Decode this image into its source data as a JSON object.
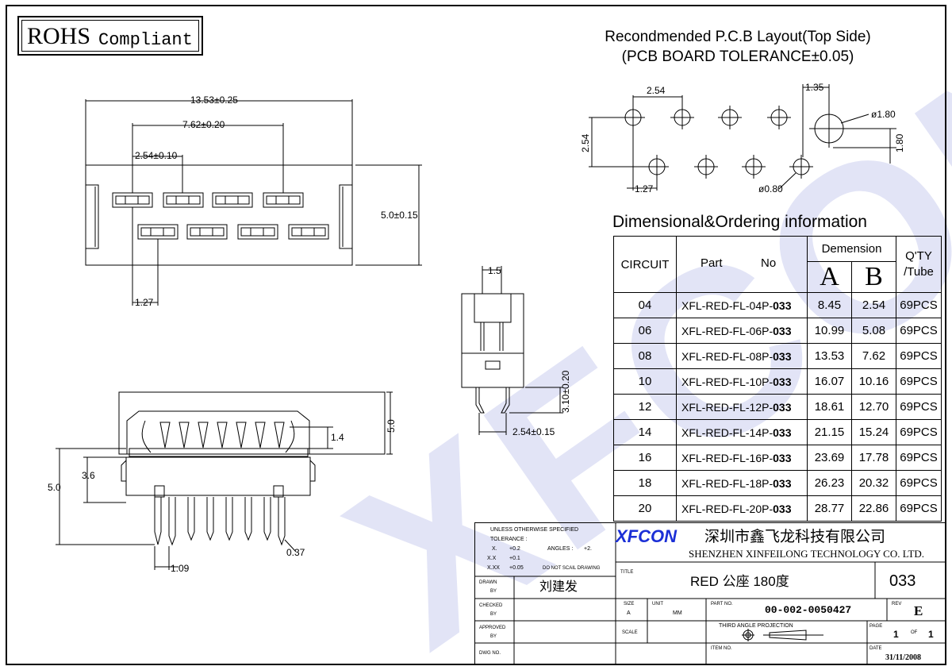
{
  "rohs": {
    "big": "ROHS",
    "small": "Compliant"
  },
  "watermark": "XFCON",
  "pcb": {
    "title_line1": "Recondmended P.C.B Layout(Top Side)",
    "title_line2": "(PCB BOARD TOLERANCE±0.05)",
    "dims": {
      "pitch_x": "2.54",
      "pitch_y": "2.54",
      "offset": "1.27",
      "boss_offset": "1.35",
      "boss_dia": "ø1.80",
      "boss_height": "1.80",
      "hole_dia": "ø0.80"
    }
  },
  "top_view": {
    "dims": {
      "overall": "13.53±0.25",
      "span": "7.62±0.20",
      "pitch": "2.54±0.10",
      "depth": "5.0±0.15",
      "offset": "1.27"
    }
  },
  "side_view": {
    "dims": {
      "width": "1.5",
      "pin_len": "3.10±0.20",
      "foot": "2.54±0.15"
    }
  },
  "front_view": {
    "dims": {
      "height": "5.0",
      "left_height": "5.0",
      "step": "3.6",
      "pin_top": "1.4",
      "pin_width": "0.37",
      "pitch": "1.09"
    }
  },
  "ordering": {
    "title": "Dimensional&Ordering information",
    "headers": {
      "circuit": "CIRCUIT",
      "part": "Part",
      "no": "No",
      "dimension": "Demension",
      "a": "A",
      "b": "B",
      "qty1": "Q'TY",
      "qty2": "/Tube"
    },
    "rows": [
      {
        "circuit": "04",
        "prefix": "XFL-RED-FL-04P-",
        "suffix": "033",
        "a": "8.45",
        "b": "2.54",
        "qty": "69PCS"
      },
      {
        "circuit": "06",
        "prefix": "XFL-RED-FL-06P-",
        "suffix": "033",
        "a": "10.99",
        "b": "5.08",
        "qty": "69PCS"
      },
      {
        "circuit": "08",
        "prefix": "XFL-RED-FL-08P-",
        "suffix": "033",
        "a": "13.53",
        "b": "7.62",
        "qty": "69PCS"
      },
      {
        "circuit": "10",
        "prefix": "XFL-RED-FL-10P-",
        "suffix": "033",
        "a": "16.07",
        "b": "10.16",
        "qty": "69PCS"
      },
      {
        "circuit": "12",
        "prefix": "XFL-RED-FL-12P-",
        "suffix": "033",
        "a": "18.61",
        "b": "12.70",
        "qty": "69PCS"
      },
      {
        "circuit": "14",
        "prefix": "XFL-RED-FL-14P-",
        "suffix": "033",
        "a": "21.15",
        "b": "15.24",
        "qty": "69PCS"
      },
      {
        "circuit": "16",
        "prefix": "XFL-RED-FL-16P-",
        "suffix": "033",
        "a": "23.69",
        "b": "17.78",
        "qty": "69PCS"
      },
      {
        "circuit": "18",
        "prefix": "XFL-RED-FL-18P-",
        "suffix": "033",
        "a": "26.23",
        "b": "20.32",
        "qty": "69PCS"
      },
      {
        "circuit": "20",
        "prefix": "XFL-RED-FL-20P-",
        "suffix": "033",
        "a": "28.77",
        "b": "22.86",
        "qty": "69PCS"
      }
    ]
  },
  "title_block": {
    "tol_line1": "UNLESS OTHERWISE SPECIFIED",
    "tol_line2": "TOLERANCE :",
    "tol_x": "X.",
    "tol_x_val": "+0.2",
    "tol_xx": "X.X",
    "tol_xx_val": "+0.1",
    "tol_xxx": "X.XX",
    "tol_xxx_val": "+0.05",
    "angles": "ANGLES :",
    "angles_val": "+2.",
    "noscale": "DO NOT SCAIL DRAWING",
    "logo": "XFCON",
    "company_cn": "深圳市鑫飞龙科技有限公司",
    "company_en": "SHENZHEN XINFEILONG TECHNOLOGY CO. LTD.",
    "title_label": "TITLE",
    "title_value": "RED 公座 180度",
    "title_code": "033",
    "drawn": "DRAWN",
    "by": "BY",
    "drawn_value": "刘建发",
    "checked": "CHECKED",
    "approved": "APPROVED",
    "dwg_no": "DWG NO.",
    "size_label": "SIZE",
    "size_value": "A",
    "unit_label": "UNIT",
    "unit_value": "MM",
    "scale_label": "SCALE",
    "part_no_label": "PART NO.",
    "part_no_value": "00-002-0050427",
    "rev_label": "REV",
    "rev_value": "E",
    "projection": "THIRD ANGLE PROJECTION",
    "item_no": "ITEM NO.",
    "page_label": "PAGE",
    "page": "1",
    "of": "OF",
    "pages": "1",
    "date_label": "DATE",
    "date_value": "31/11/2008"
  }
}
